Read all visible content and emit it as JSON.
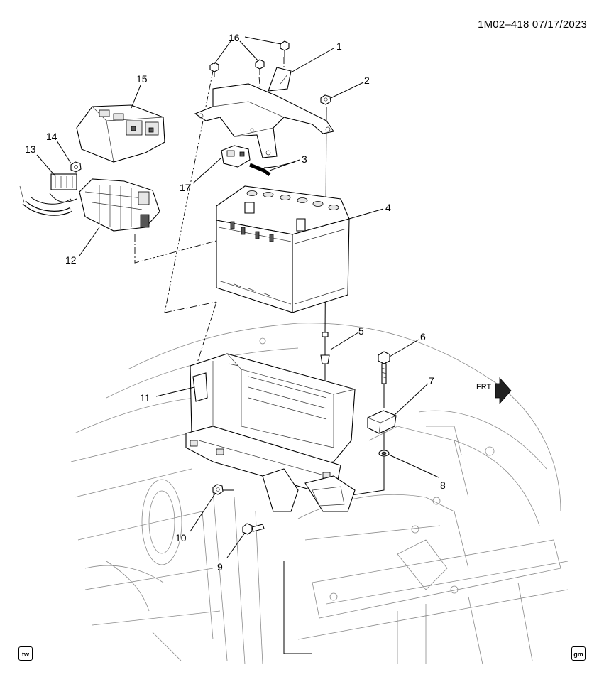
{
  "header": {
    "diagram_code": "1M02–418  07/17/2023"
  },
  "callouts": [
    {
      "id": "c1",
      "label": "1"
    },
    {
      "id": "c2",
      "label": "2"
    },
    {
      "id": "c3",
      "label": "3"
    },
    {
      "id": "c4",
      "label": "4"
    },
    {
      "id": "c5",
      "label": "5"
    },
    {
      "id": "c6",
      "label": "6"
    },
    {
      "id": "c7",
      "label": "7"
    },
    {
      "id": "c8",
      "label": "8"
    },
    {
      "id": "c9",
      "label": "9"
    },
    {
      "id": "c10",
      "label": "10"
    },
    {
      "id": "c11",
      "label": "11"
    },
    {
      "id": "c12",
      "label": "12"
    },
    {
      "id": "c13",
      "label": "13"
    },
    {
      "id": "c14",
      "label": "14"
    },
    {
      "id": "c15",
      "label": "15"
    },
    {
      "id": "c16",
      "label": "16"
    },
    {
      "id": "c17",
      "label": "17"
    }
  ],
  "direction_marker": {
    "label": "FRT",
    "icon": "front-arrow-icon"
  },
  "corner_badges": {
    "left": "tw",
    "right": "gm"
  }
}
